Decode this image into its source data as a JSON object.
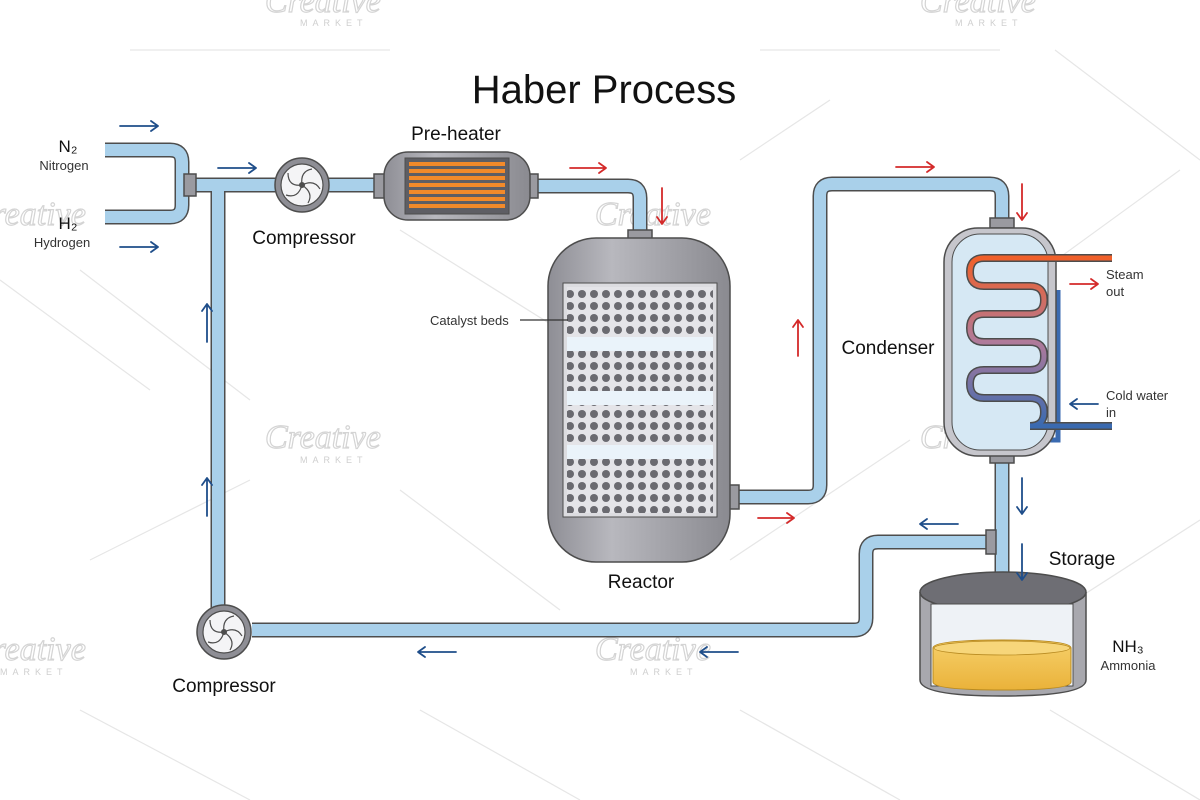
{
  "title": "Haber Process",
  "labels": {
    "pre_heater": "Pre-heater",
    "compressor_top": "Compressor",
    "compressor_bottom": "Compressor",
    "reactor": "Reactor",
    "catalyst_beds": "Catalyst beds",
    "condenser": "Condenser",
    "storage": "Storage"
  },
  "inputs": {
    "nitrogen_formula": "N₂",
    "nitrogen_name": "Nitrogen",
    "hydrogen_formula": "H₂",
    "hydrogen_name": "Hydrogen"
  },
  "condenser_io": {
    "steam_line1": "Steam",
    "steam_line2": "out",
    "cold_line1": "Cold water",
    "cold_line2": "in"
  },
  "product": {
    "formula": "NH₃",
    "name": "Ammonia"
  },
  "watermark": {
    "word": "Creative",
    "sub": "MARKET"
  },
  "colors": {
    "pipe": "#a9d0ea",
    "pipe_outline": "#4d4d4d",
    "hot_arrow": "#d42a2a",
    "cold_arrow": "#1f4e8a",
    "heater_coil": "#f28a2a",
    "ammonia_liquid": "#f2bc3e",
    "vessel_gray": "#a8a8ae"
  }
}
